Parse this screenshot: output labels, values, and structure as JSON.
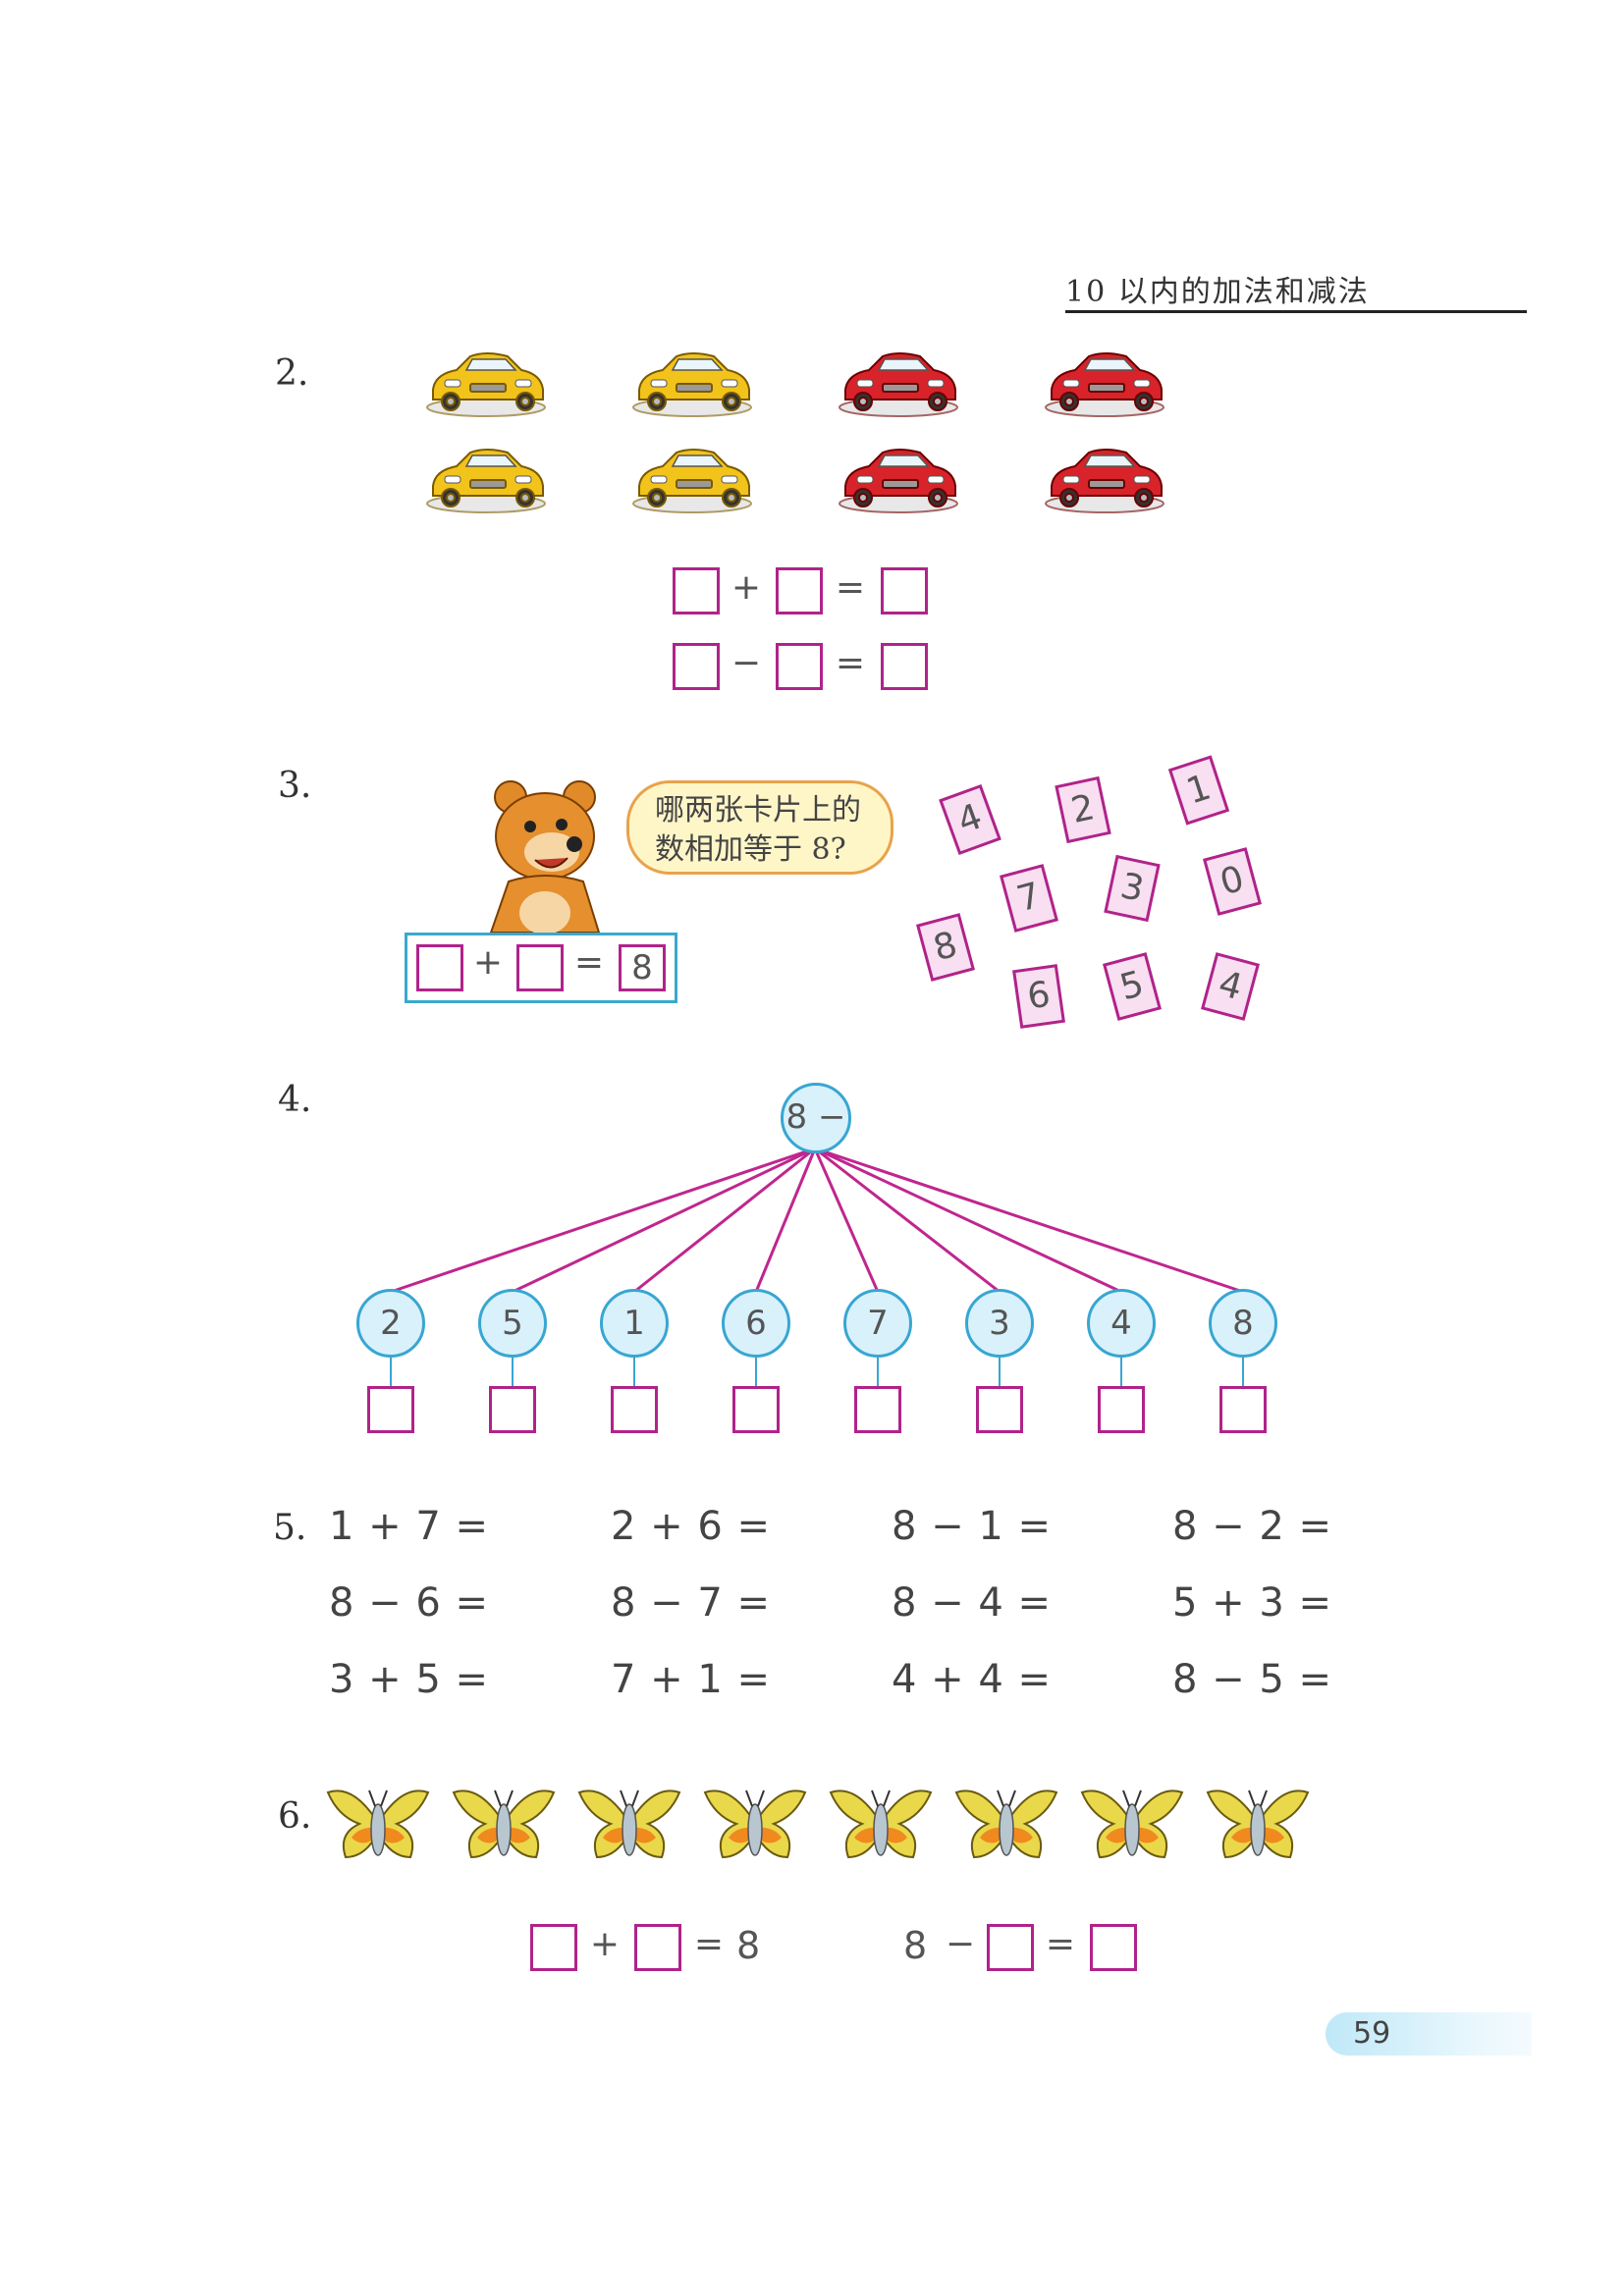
{
  "header": {
    "title": "10 以内的加法和减法"
  },
  "page_number": "59",
  "q2": {
    "number": "2.",
    "eq1": {
      "op": "+",
      "equals": "="
    },
    "eq2": {
      "op": "−",
      "equals": "="
    },
    "colors": {
      "yellow_car": "#f2c31a",
      "red_car": "#d8232a"
    }
  },
  "q3": {
    "number": "3.",
    "bubble_line1": "哪两张卡片上的",
    "bubble_line2": "数相加等于 8?",
    "eq": {
      "op": "+",
      "equals": "=",
      "result": "8"
    },
    "cards": [
      "4",
      "2",
      "1",
      "7",
      "3",
      "0",
      "8",
      "6",
      "5",
      "4"
    ]
  },
  "q4": {
    "number": "4.",
    "root": "8 −",
    "leaves": [
      "2",
      "5",
      "1",
      "6",
      "7",
      "3",
      "4",
      "8"
    ],
    "colors": {
      "line": "#c0268e",
      "circle": "#38a6d2"
    }
  },
  "q5": {
    "number": "5.",
    "rows": [
      [
        "1 + 7 =",
        "2 + 6 =",
        "8 − 1 =",
        "8 − 2 ="
      ],
      [
        "8 − 6 =",
        "8 − 7 =",
        "8 − 4 =",
        "5 + 3 ="
      ],
      [
        "3 + 5 =",
        "7 + 1 =",
        "4 + 4 =",
        "8 − 5 ="
      ]
    ]
  },
  "q6": {
    "number": "6.",
    "eq1": {
      "op": "+",
      "equals": "=",
      "result": "8"
    },
    "eq2": {
      "lead": "8",
      "op": "−",
      "equals": "="
    }
  }
}
